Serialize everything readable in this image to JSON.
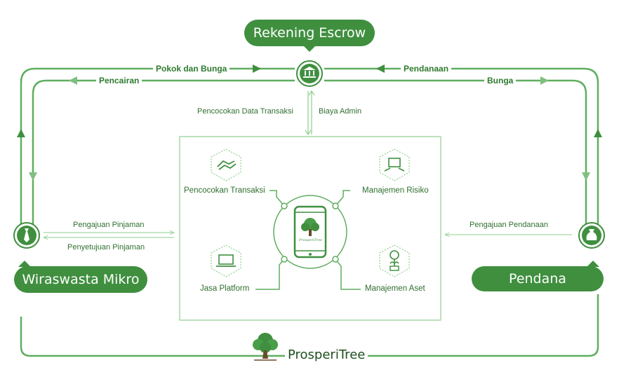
{
  "nodes": {
    "escrow": "Rekening Escrow",
    "borrower": "Wiraswasta Mikro",
    "lender": "Pendana"
  },
  "flows": {
    "principal_interest": "Pokok dan Bunga",
    "disbursement": "Pencairan",
    "funding": "Pendanaan",
    "interest": "Bunga",
    "transaction_matching_data": "Pencocokan Data Transaksi",
    "admin_fee": "Biaya Admin",
    "loan_application": "Pengajuan Pinjaman",
    "loan_approval": "Penyetujuan Pinjaman",
    "funding_application": "Pengajuan Pendanaan"
  },
  "services": {
    "transaction_matching": "Pencocokan Transaksi",
    "risk_management": "Manajemen Risiko",
    "platform_service": "Jasa Platform",
    "asset_management": "Manajemen Aset"
  },
  "brand": {
    "name": "ProsperiTree",
    "phone_caption": "ProsperiTree"
  },
  "colors": {
    "primary": "#3f8f3f",
    "line": "#5fae5f",
    "light_line": "#8fcf8f",
    "text": "#2f6f2f"
  },
  "icons": {
    "escrow": "bank-icon",
    "borrower": "tie-icon",
    "lender": "money-bag-icon",
    "transaction_matching": "handshake-icon",
    "risk_management": "money-hands-icon",
    "platform_service": "laptop-icon",
    "asset_management": "plant-coin-icon",
    "center": "phone-icon",
    "brand": "tree-logo-icon"
  }
}
